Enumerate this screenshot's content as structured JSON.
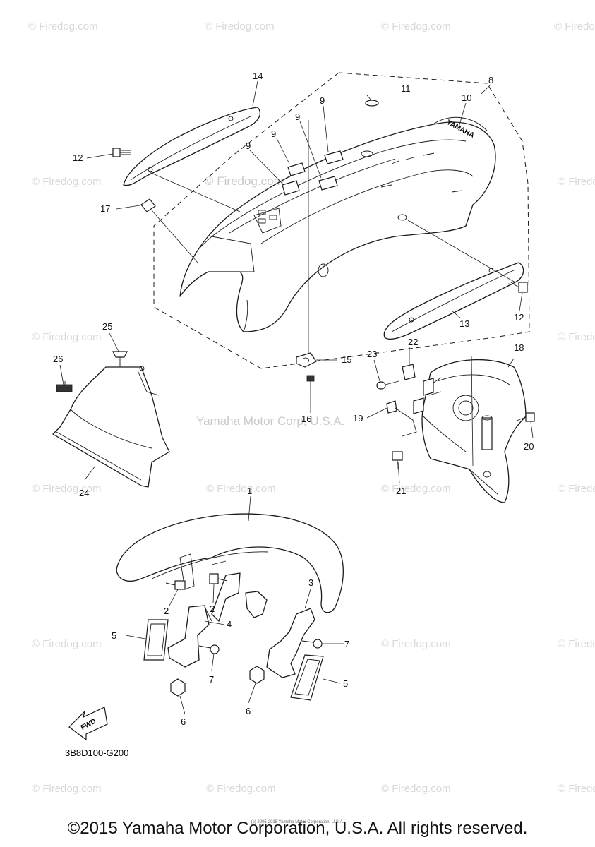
{
  "watermarks": {
    "site": "© Firedog.com",
    "center": "Yamaha Motor Corp, U.S.A."
  },
  "diagram_code": "3B8D100-G200",
  "fwd_label": "FWD",
  "brand_label": "YAMAHA",
  "copyright": "©2015 Yamaha Motor Corporation, U.S.A. All rights reserved.",
  "copyright_small": "(c) 2005-2015 Yamaha Motor Corporation, U.S.A.",
  "callouts": {
    "c1": "1",
    "c2a": "2",
    "c2b": "2",
    "c3": "3",
    "c4": "4",
    "c5a": "5",
    "c5b": "5",
    "c6a": "6",
    "c6b": "6",
    "c7a": "7",
    "c7b": "7",
    "c8": "8",
    "c9a": "9",
    "c9b": "9",
    "c9c": "9",
    "c9d": "9",
    "c10": "10",
    "c11": "11",
    "c12a": "12",
    "c12b": "12",
    "c13": "13",
    "c14": "14",
    "c15": "15",
    "c16": "16",
    "c17": "17",
    "c18": "18",
    "c19": "19",
    "c20": "20",
    "c21": "21",
    "c22": "22",
    "c23": "23",
    "c24": "24",
    "c25": "25",
    "c26": "26"
  }
}
